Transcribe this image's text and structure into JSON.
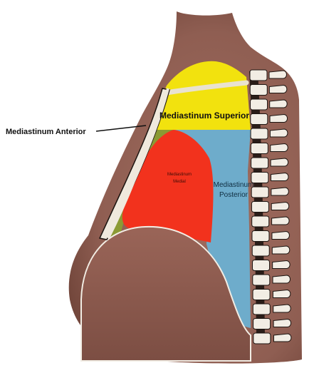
{
  "labels": {
    "anterior": "Mediastinum Anterior",
    "superior": "Mediastinum Superior",
    "medial_line1": "Mediastinum",
    "medial_line2": "Medial",
    "posterior_line1": "Mediastinum",
    "posterior_line2": "Posterior"
  },
  "colors": {
    "background": "#ffffff",
    "body": "#8f5e52",
    "superior": "#f2e20e",
    "anterior": "#8b9a34",
    "medial": "#f2321d",
    "posterior": "#6eaccb",
    "bone": "#f2ede4",
    "outline": "#1c1410"
  }
}
